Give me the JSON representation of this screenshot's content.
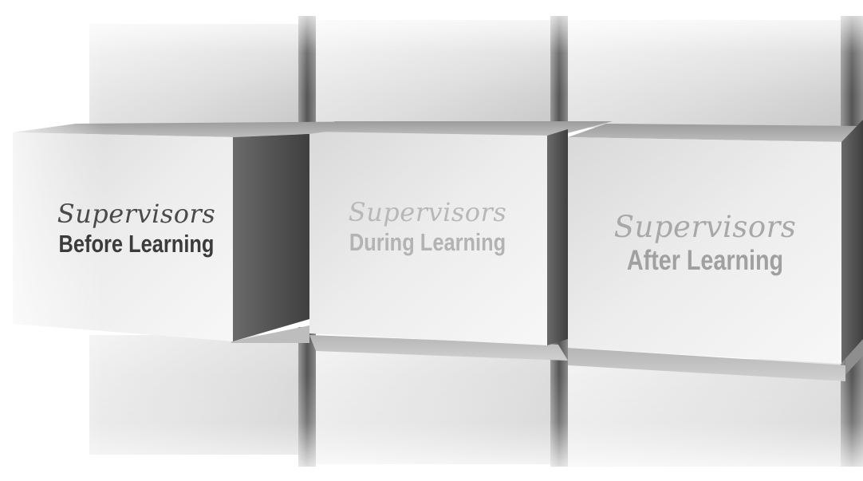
{
  "stages": [
    {
      "id": "before",
      "line1": "Supervisors",
      "line2": "Before Learning",
      "emphasis": "active",
      "text_color": "#3b3b3b"
    },
    {
      "id": "during",
      "line1": "Supervisors",
      "line2": "During Learning",
      "emphasis": "faded",
      "text_color": "#b3b3b3"
    },
    {
      "id": "after",
      "line1": "Supervisors",
      "line2": "After Learning",
      "emphasis": "faded",
      "text_color": "#a0a0a0"
    }
  ],
  "colors": {
    "background": "#ffffff",
    "block_face": "#e4e4e4",
    "block_side": "#5e5e5e",
    "block_top": "#a9a9a9",
    "wall_tile": "#d6d6d6",
    "wall_gap": "#6a6a6a"
  }
}
